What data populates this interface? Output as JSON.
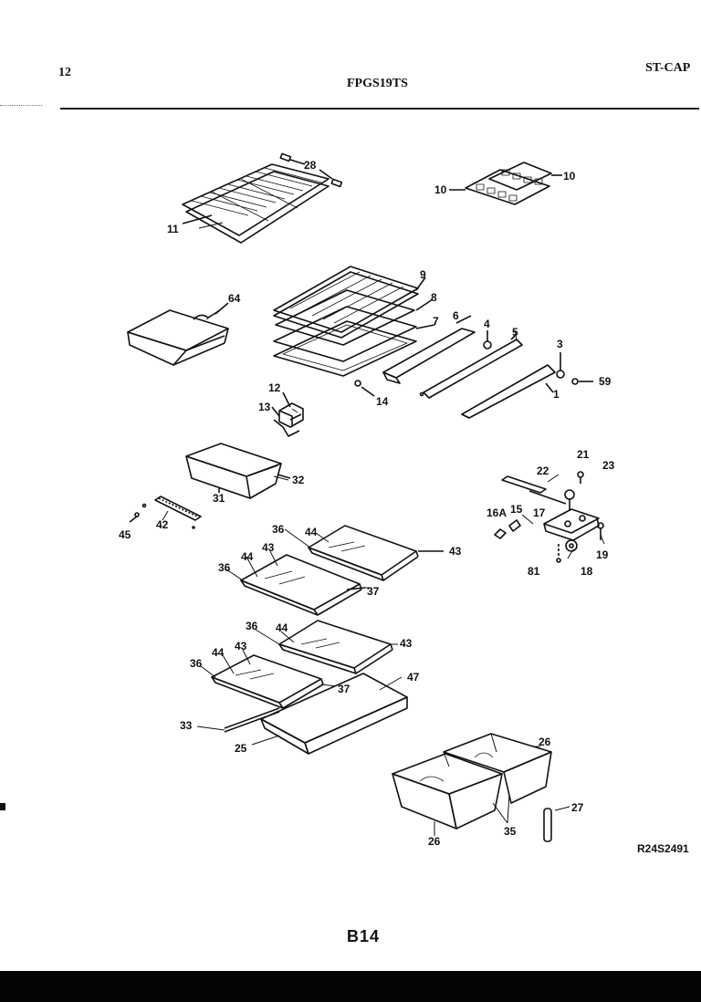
{
  "header": {
    "page_number": "12",
    "model": "FPGS19TS",
    "code": "ST-CAP"
  },
  "diagram": {
    "labels": {
      "p28": "28",
      "p11": "11",
      "p10a": "10",
      "p10b": "10",
      "p9": "9",
      "p8": "8",
      "p7": "7",
      "p6": "6",
      "p4": "4",
      "p5": "5",
      "p3": "3",
      "p59": "59",
      "p1": "1",
      "p14": "14",
      "p64": "64",
      "p12": "12",
      "p13": "13",
      "p32": "32",
      "p31": "31",
      "p42": "42",
      "p45": "45",
      "p21": "21",
      "p23": "23",
      "p22": "22",
      "p16a": "16A",
      "p15": "15",
      "p17": "17",
      "p19": "19",
      "p81": "81",
      "p18": "18",
      "p36a": "36",
      "p44a": "44",
      "p43a": "43",
      "p44b": "44",
      "p43b": "43",
      "p36b": "36",
      "p37a": "37",
      "p36c": "36",
      "p44c": "44",
      "p43c": "43",
      "p36d": "36",
      "p44d": "44",
      "p43d": "43",
      "p37b": "37",
      "p47": "47",
      "p33": "33",
      "p25": "25",
      "p26a": "26",
      "p26b": "26",
      "p35": "35",
      "p27": "27"
    }
  },
  "reference_code": "R24S2491",
  "footer": {
    "page_label": "B14"
  }
}
